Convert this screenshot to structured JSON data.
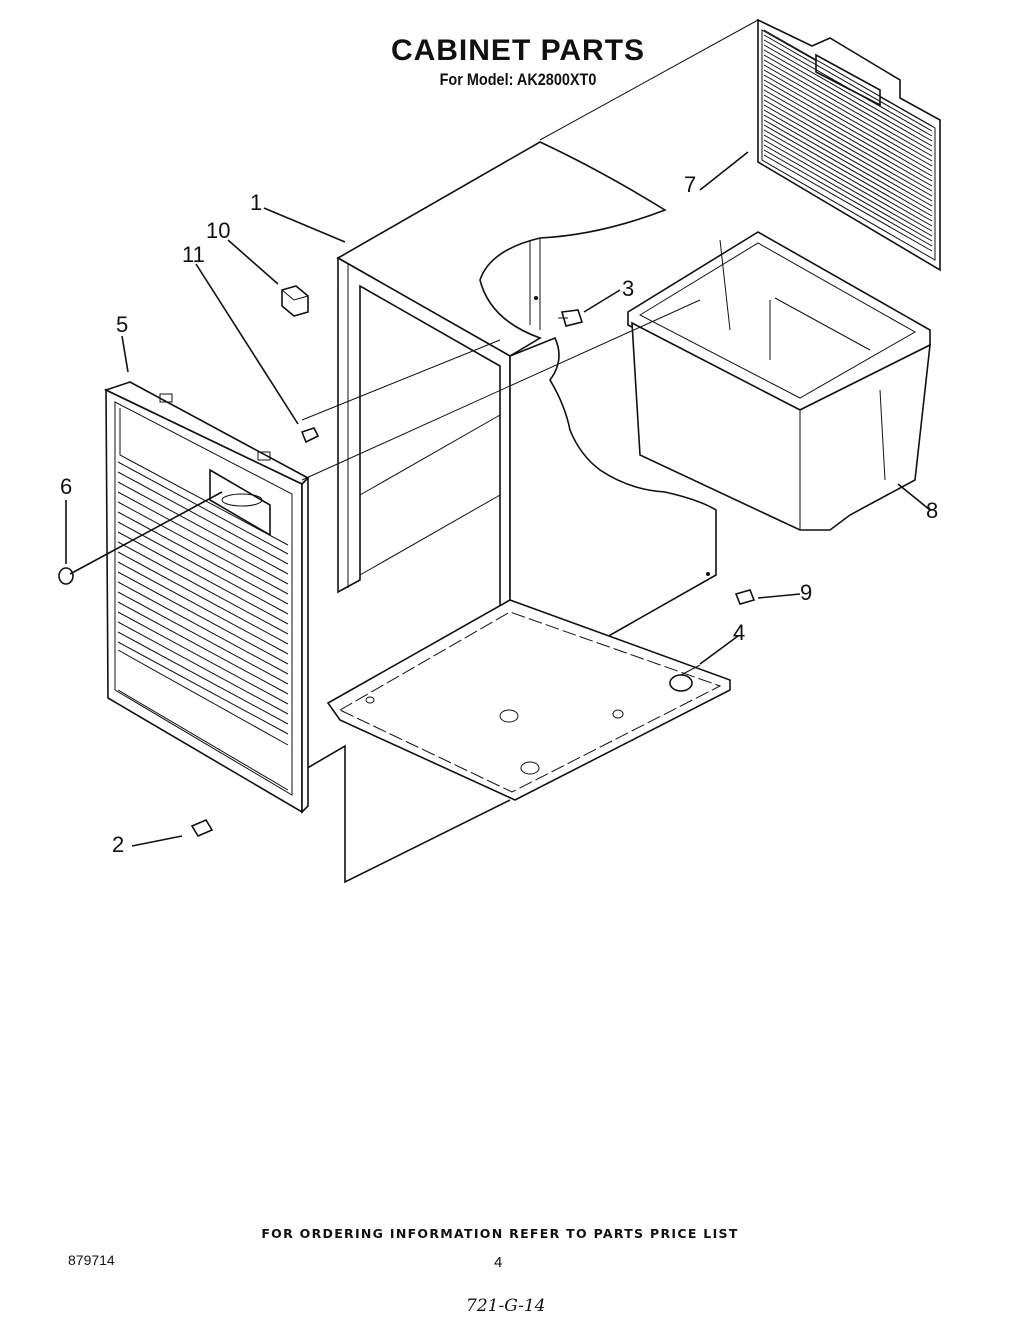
{
  "header": {
    "title": "CABINET PARTS",
    "subtitle": "For Model: AK2800XT0"
  },
  "callouts": [
    {
      "id": "1",
      "part": "cabinet-wrapper"
    },
    {
      "id": "2",
      "part": "screw-front"
    },
    {
      "id": "3",
      "part": "screw-back"
    },
    {
      "id": "4",
      "part": "base-foot"
    },
    {
      "id": "5",
      "part": "front-grille-panel"
    },
    {
      "id": "6",
      "part": "knob-plug"
    },
    {
      "id": "7",
      "part": "rear-grille"
    },
    {
      "id": "8",
      "part": "water-bucket"
    },
    {
      "id": "9",
      "part": "screw-side"
    },
    {
      "id": "10",
      "part": "bumper-pad"
    },
    {
      "id": "11",
      "part": "screw-top"
    }
  ],
  "footer": {
    "ordering_note": "FOR ORDERING INFORMATION REFER TO PARTS PRICE LIST",
    "doc_number": "879714",
    "page_number": "4",
    "handwritten_code": "721-G-14"
  }
}
